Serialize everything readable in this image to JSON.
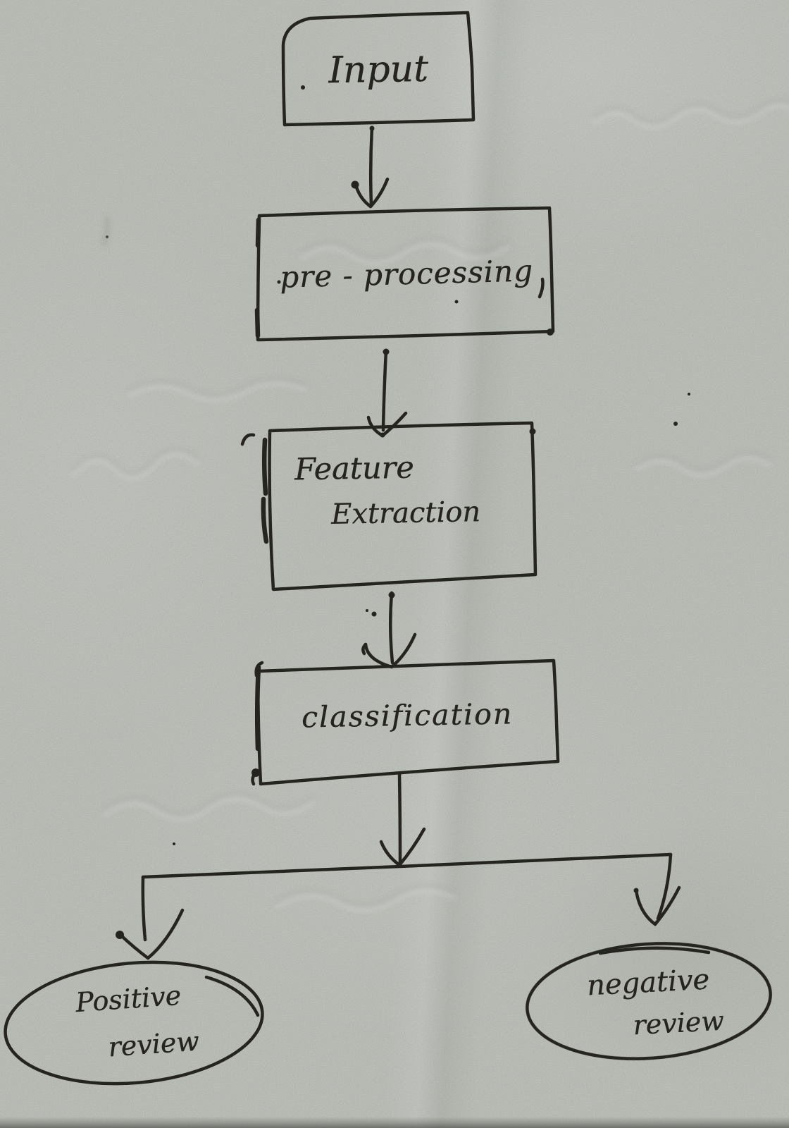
{
  "photo": {
    "paper_color": "#c6cac2",
    "ink_color": "#26241f"
  },
  "diagram": {
    "type": "flowchart",
    "nodes": [
      {
        "id": "input",
        "shape": "rectangle",
        "lines": [
          "Input"
        ]
      },
      {
        "id": "pre-processing",
        "shape": "rectangle",
        "lines": [
          "pre - processing"
        ]
      },
      {
        "id": "feature-extraction",
        "shape": "rectangle",
        "lines": [
          "Feature",
          "Extraction"
        ]
      },
      {
        "id": "classification",
        "shape": "rectangle",
        "lines": [
          "classification"
        ]
      },
      {
        "id": "positive-review",
        "shape": "ellipse",
        "lines": [
          "Positive",
          "review"
        ]
      },
      {
        "id": "negative-review",
        "shape": "ellipse",
        "lines": [
          "negative",
          "review"
        ]
      }
    ],
    "edges": [
      {
        "from": "input",
        "to": "pre-processing"
      },
      {
        "from": "pre-processing",
        "to": "feature-extraction"
      },
      {
        "from": "feature-extraction",
        "to": "classification"
      },
      {
        "from": "classification",
        "to": "positive-review"
      },
      {
        "from": "classification",
        "to": "negative-review"
      }
    ]
  }
}
